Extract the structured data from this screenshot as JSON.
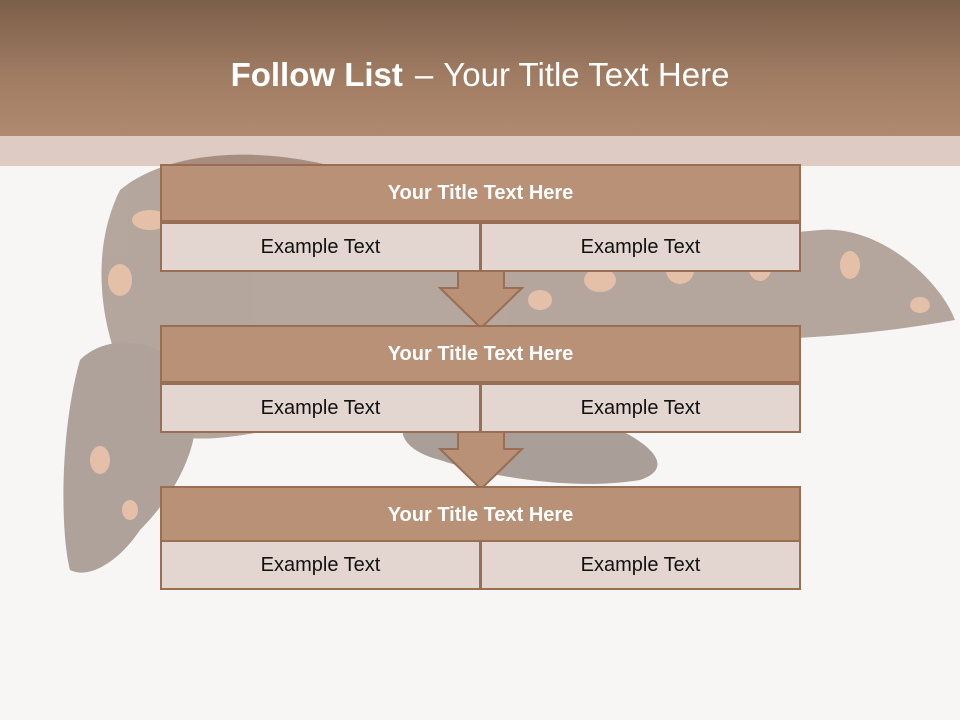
{
  "slide": {
    "title_bold": "Follow List",
    "title_dash": "–",
    "title_rest": "Your Title Text Here"
  },
  "background": {
    "image": "gila-monster-lizard"
  },
  "colors": {
    "header": "#9f7b62",
    "block_title_fill": "#b89177",
    "cell_fill": "#e3d5cf",
    "border": "#9a6e52"
  },
  "blocks": [
    {
      "title": "Your Title Text Here",
      "left": "Example Text",
      "right": "Example Text"
    },
    {
      "title": "Your Title Text Here",
      "left": "Example Text",
      "right": "Example Text"
    },
    {
      "title": "Your Title Text Here",
      "left": "Example Text",
      "right": "Example Text"
    }
  ]
}
